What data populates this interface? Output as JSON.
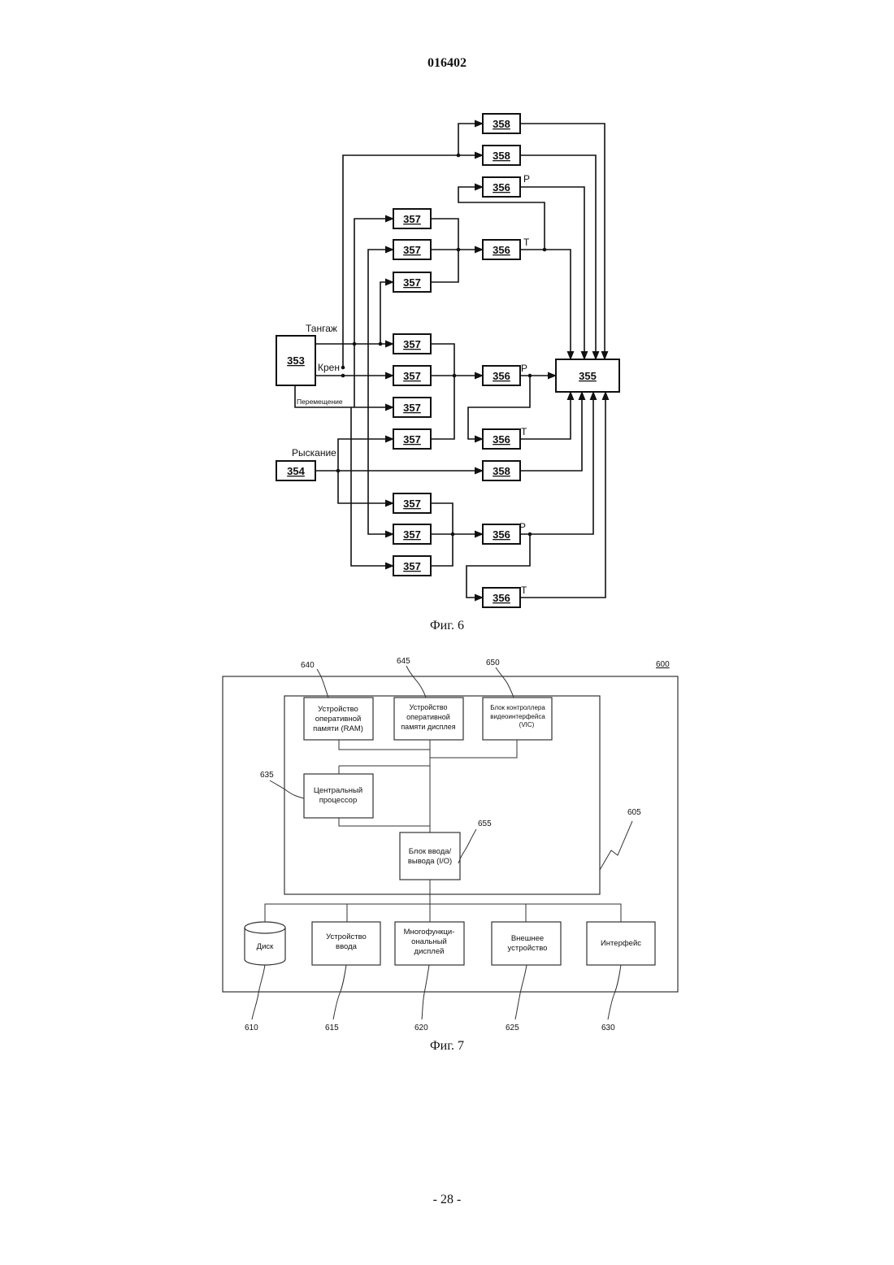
{
  "header": {
    "doc_number": "016402"
  },
  "fig6": {
    "caption": "Фиг. 6",
    "labels": {
      "b353": "353",
      "b354": "354",
      "b355": "355",
      "b356": "356",
      "b357": "357",
      "b358": "358",
      "pitch": "Тангаж",
      "roll": "Крен",
      "translation": "Перемещение",
      "yaw": "Рыскание",
      "p": "P",
      "t": "T"
    }
  },
  "fig7": {
    "caption": "Фиг. 7",
    "ref600": "600",
    "ref605": "605",
    "ref610": "610",
    "ref615": "615",
    "ref620": "620",
    "ref625": "625",
    "ref630": "630",
    "ref635": "635",
    "ref640": "640",
    "ref645": "645",
    "ref650": "650",
    "ref655": "655",
    "ram": [
      "Устройство",
      "оперативной",
      "памяти (RAM)"
    ],
    "display_ram": [
      "Устройство",
      "оперативной",
      "памяти дисплея"
    ],
    "vic": [
      "Блок контроллера",
      "видеоинтерфейса",
      "(VIC)"
    ],
    "cpu": [
      "Центральный",
      "процессор"
    ],
    "io": [
      "Блок ввода/",
      "вывода (I/O)"
    ],
    "disk": "Диск",
    "input_device": [
      "Устройство",
      "ввода"
    ],
    "mf_display": [
      "Многофункци-",
      "ональный",
      "дисплей"
    ],
    "external_device": [
      "Внешнее",
      "устройство"
    ],
    "interface": "Интерфейс"
  },
  "footer": {
    "page_number": "- 28 -"
  }
}
